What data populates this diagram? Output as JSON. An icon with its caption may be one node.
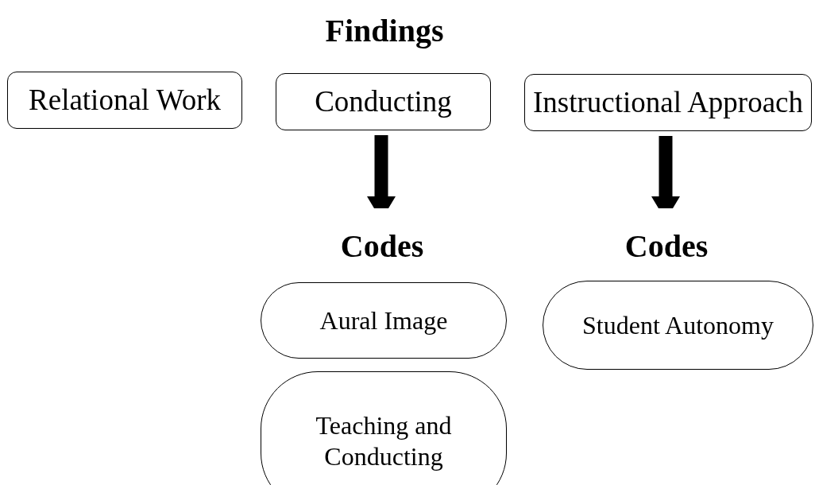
{
  "diagram": {
    "title": "Findings",
    "nodes": [
      {
        "text": [
          "Relational Work"
        ]
      },
      {
        "text": [
          "Conducting"
        ]
      },
      {
        "text": [
          "Instructional Approach"
        ]
      },
      {
        "text": [
          "Codes"
        ]
      },
      {
        "text": [
          "Codes"
        ]
      },
      {
        "text": [
          "Aural Image"
        ]
      },
      {
        "text": [
          "Teaching and Conducting"
        ]
      },
      {
        "text": [
          "Student Autonomy"
        ]
      }
    ],
    "edges": [
      {
        "from": 1,
        "to": 3,
        "arrow": "to"
      },
      {
        "from": 2,
        "to": 4,
        "arrow": "to"
      }
    ]
  }
}
